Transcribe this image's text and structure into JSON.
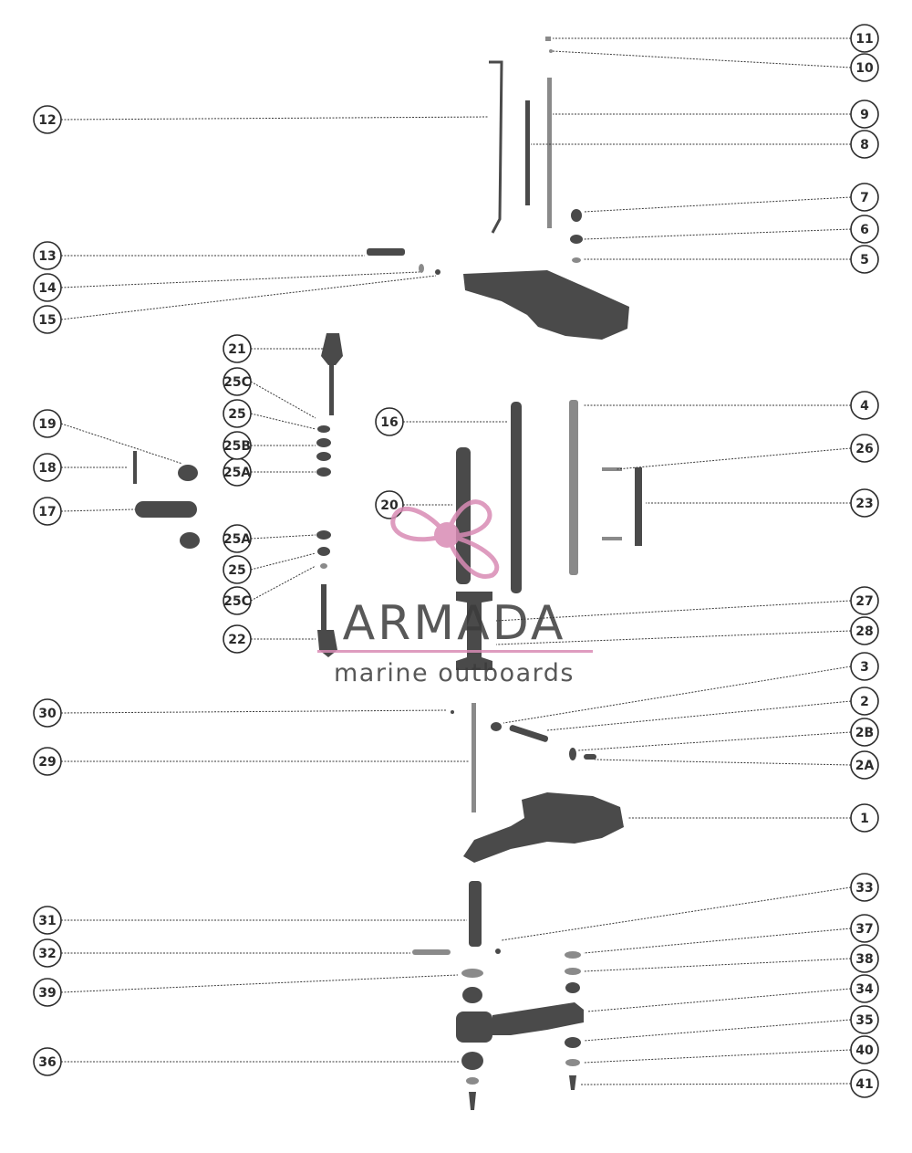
{
  "diagram": {
    "callouts": [
      "1",
      "2",
      "2A",
      "2B",
      "3",
      "4",
      "5",
      "6",
      "7",
      "8",
      "9",
      "10",
      "11",
      "12",
      "13",
      "14",
      "15",
      "16",
      "17",
      "18",
      "19",
      "20",
      "21",
      "22",
      "23",
      "25",
      "25",
      "25A",
      "25A",
      "25B",
      "25C",
      "25C",
      "26",
      "27",
      "28",
      "29",
      "30",
      "31",
      "32",
      "33",
      "34",
      "35",
      "36",
      "37",
      "38",
      "39",
      "40",
      "41"
    ]
  },
  "watermark": {
    "brand": "ARMADA",
    "tagline": "marine outboards",
    "accent_color": "#d98bb5"
  }
}
